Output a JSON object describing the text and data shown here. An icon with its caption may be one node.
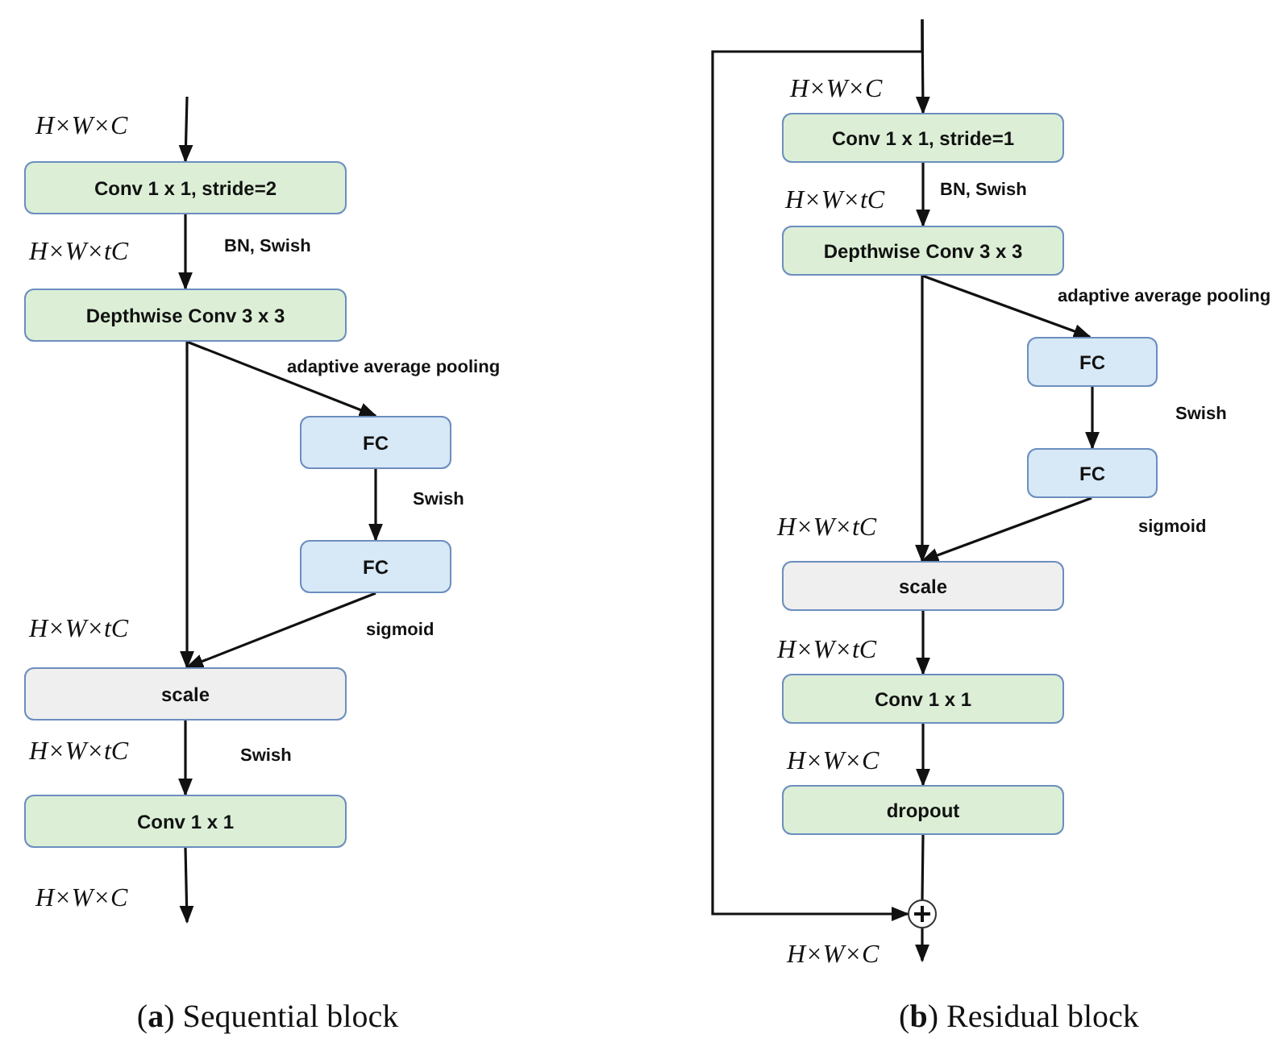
{
  "diagram": {
    "nodes": [
      {
        "text": [
          "Conv 1 x 1, stride=2"
        ]
      },
      {
        "text": [
          "Depthwise Conv 3 x 3"
        ]
      },
      {
        "text": [
          "FC"
        ]
      },
      {
        "text": [
          "FC"
        ]
      },
      {
        "text": [
          "scale"
        ]
      },
      {
        "text": [
          "Conv 1 x 1"
        ]
      },
      {
        "text": [
          "Conv 1 x 1, stride=1"
        ]
      },
      {
        "text": [
          "Depthwise Conv 3 x 3"
        ]
      },
      {
        "text": [
          "FC"
        ]
      },
      {
        "text": [
          "FC"
        ]
      },
      {
        "text": [
          "scale"
        ]
      },
      {
        "text": [
          "Conv 1 x 1"
        ]
      },
      {
        "text": [
          "dropout"
        ]
      },
      {
        "text": [],
        "shape": "circle"
      }
    ],
    "edges": [
      {
        "from": null,
        "to": 0,
        "arrow": "to"
      },
      {
        "from": 0,
        "to": 1,
        "arrow": "to",
        "label": "BN, Swish"
      },
      {
        "from": 1,
        "to": 2,
        "arrow": "to",
        "label": "adaptive average pooling"
      },
      {
        "from": 1,
        "to": 4,
        "arrow": "to"
      },
      {
        "from": 2,
        "to": 3,
        "arrow": "to",
        "label": "Swish"
      },
      {
        "from": 3,
        "to": 4,
        "arrow": "to",
        "label": "sigmoid"
      },
      {
        "from": 4,
        "to": 5,
        "arrow": "to",
        "label": "Swish"
      },
      {
        "from": 5,
        "to": null,
        "arrow": "to"
      },
      {
        "from": null,
        "to": 6,
        "arrow": "to"
      },
      {
        "from": null,
        "to": 13,
        "arrow": "to"
      },
      {
        "from": 6,
        "to": 7,
        "arrow": "to",
        "label": "BN, Swish"
      },
      {
        "from": 7,
        "to": 8,
        "arrow": "to",
        "label": "adaptive average pooling"
      },
      {
        "from": 7,
        "to": 10,
        "arrow": "to"
      },
      {
        "from": 8,
        "to": 9,
        "arrow": "to",
        "label": "Swish"
      },
      {
        "from": 9,
        "to": 10,
        "arrow": "to",
        "label": "sigmoid"
      },
      {
        "from": 10,
        "to": 11,
        "arrow": "to"
      },
      {
        "from": 11,
        "to": 12,
        "arrow": "to"
      },
      {
        "from": 12,
        "to": 13,
        "arrow": "none"
      },
      {
        "from": 13,
        "to": null,
        "arrow": "to"
      }
    ],
    "labels": [
      "H×W×C",
      "H×W×tC",
      "H×W×tC",
      "H×W×tC",
      "H×W×C",
      "H×W×C",
      "H×W×tC",
      "H×W×tC",
      "H×W×tC",
      "H×W×C",
      "H×W×C",
      "(**a**) Sequential block",
      "(**b**) Residual block"
    ]
  }
}
